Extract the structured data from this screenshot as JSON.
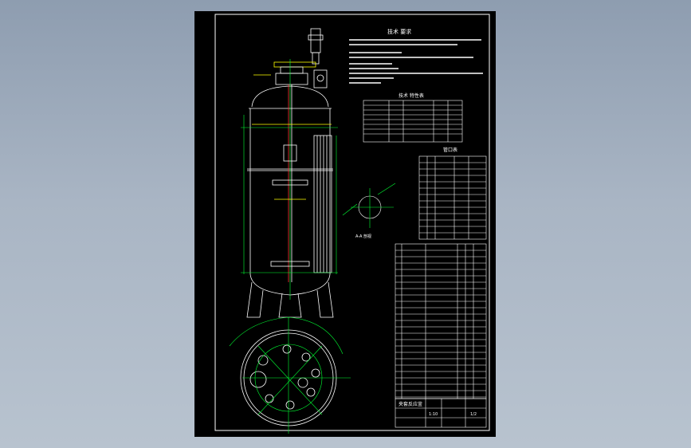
{
  "drawing": {
    "tech_req_title": "技术 要求",
    "tech_char_title": "技术 特性表",
    "nozzle_table_title": "管口表",
    "view_label": "A-A 剖视",
    "title_block": {
      "name": "夹套反应釜",
      "scale": "1:10",
      "sheet": "1/2"
    }
  },
  "colors": {
    "background": "#000000",
    "outline": "#ffffff",
    "center_lines": "#00ff33",
    "accent": "#ffff00",
    "hatch": "#ff3333"
  }
}
